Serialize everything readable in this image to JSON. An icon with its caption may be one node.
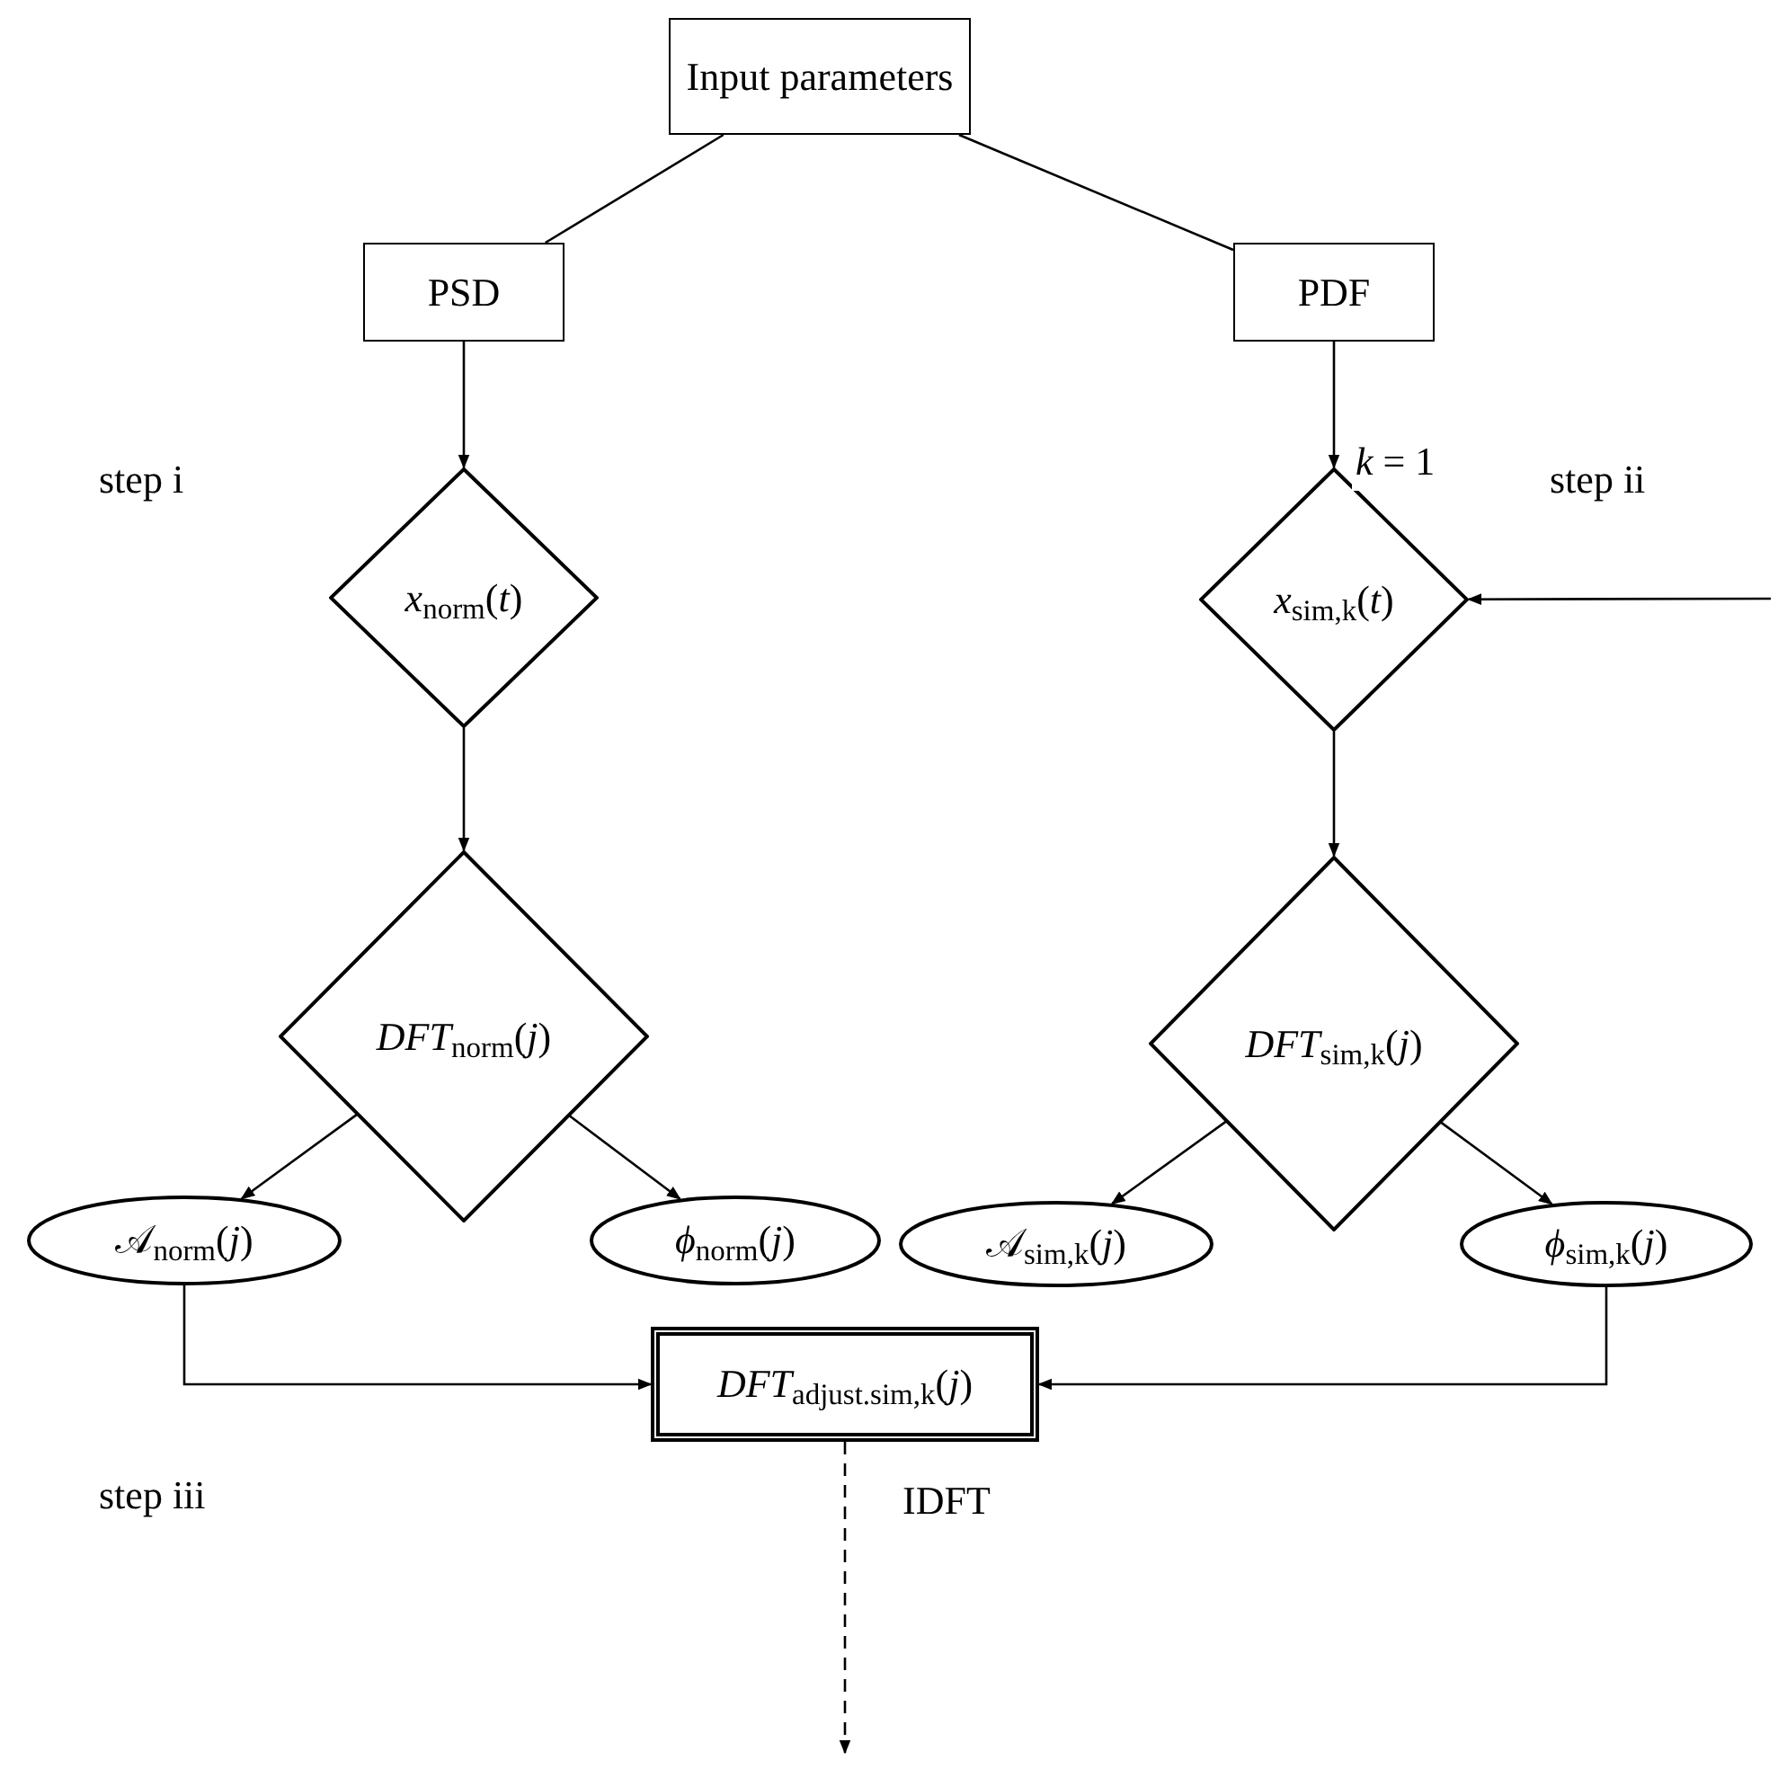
{
  "diagram": {
    "nodes": [
      {
        "text": [
          "Input parameters"
        ]
      },
      {
        "text": [
          "PSD"
        ]
      },
      {
        "text": [
          "PDF"
        ]
      },
      {
        "text": [
          "*x*$_{norm}$(*t*)"
        ]
      },
      {
        "text": [
          "*x*$_{sim,k}$(*t*)"
        ]
      },
      {
        "text": [
          "*DFT*$_{norm}$(*j*)"
        ]
      },
      {
        "text": [
          "*DFT*$_{sim,k}$(*j*)"
        ]
      },
      {
        "text": [
          "𝒜$_{norm}$(*j*)"
        ]
      },
      {
        "text": [
          "*ϕ*$_{norm}$(*j*)"
        ]
      },
      {
        "text": [
          "𝒜$_{sim,k}$(*j*)"
        ]
      },
      {
        "text": [
          "*ϕ*$_{sim,k}$(*j*)"
        ]
      },
      {
        "text": [
          "*DFT*$_{adjust.sim,k}$(*j*)"
        ]
      }
    ],
    "edges": [
      {
        "from": 0,
        "to": 1,
        "arrow": "none"
      },
      {
        "from": 0,
        "to": 2,
        "arrow": "none"
      },
      {
        "from": 1,
        "to": 3,
        "arrow": "to"
      },
      {
        "from": 2,
        "to": 4,
        "arrow": "to",
        "label": "*k* = 1"
      },
      {
        "from": null,
        "to": 4,
        "arrow": "to"
      },
      {
        "from": 3,
        "to": 5,
        "arrow": "to"
      },
      {
        "from": 4,
        "to": 6,
        "arrow": "to"
      },
      {
        "from": 5,
        "to": 7,
        "arrow": "to"
      },
      {
        "from": 5,
        "to": 8,
        "arrow": "to"
      },
      {
        "from": 6,
        "to": 9,
        "arrow": "to"
      },
      {
        "from": 6,
        "to": 10,
        "arrow": "to"
      },
      {
        "from": 7,
        "to": 11,
        "arrow": "to"
      },
      {
        "from": 10,
        "to": 11,
        "arrow": "to"
      },
      {
        "from": 11,
        "to": null,
        "arrow": "to",
        "label": "IDFT",
        "style": "dashed"
      }
    ],
    "labels": [
      "step i",
      "step ii",
      "step iii"
    ]
  }
}
